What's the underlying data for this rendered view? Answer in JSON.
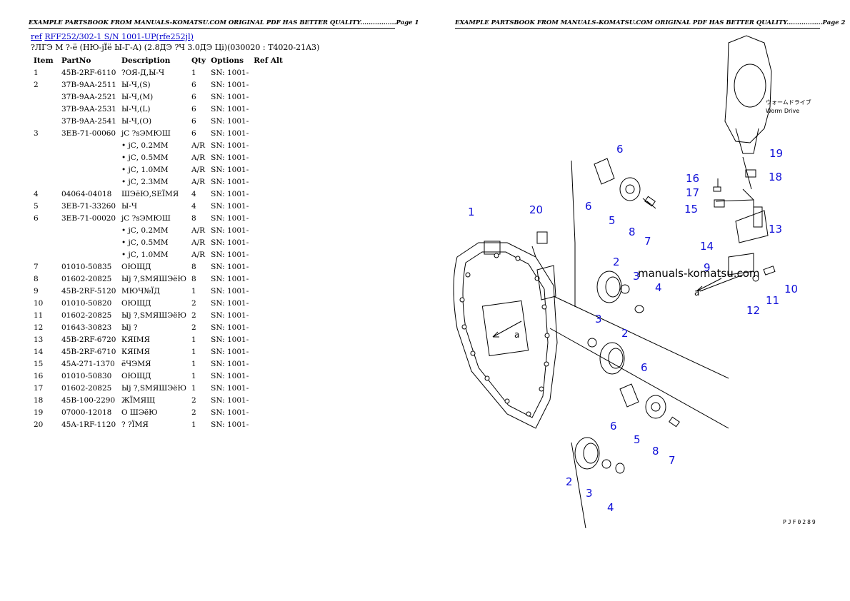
{
  "header": {
    "page1": "EXAMPLE PARTSBOOK FROM MANUALS-KOMATSU.COM ORIGINAL PDF HAS BETTER QUALITY.................Page 1",
    "page2": "EXAMPLE PARTSBOOK FROM MANUALS-KOMATSU.COM ORIGINAL PDF HAS BETTER QUALITY.................Page 2"
  },
  "ref": {
    "prefix": "ref",
    "link": "RFF252/302-1 S/N 1001-UP(rfe252jl)"
  },
  "subtitle": "?ЛГЭ М ?-ё (НЮ-јЇё Ы-Г-А) (2.8ДЭ ?Ч 3.0ДЭ Цi)(030020 : T4020-21A3)",
  "columns": [
    "Item",
    "PartNo",
    "Description",
    "Qty",
    "Options",
    "Ref Alt"
  ],
  "rows": [
    {
      "item": "1",
      "part": "45B-2RF-6110",
      "desc": "?ОЯ-Д,Ы-Ч",
      "qty": "1",
      "opt": "SN: 1001-"
    },
    {
      "item": "2",
      "part": "37B-9AA-2511",
      "desc": "Ы-Ч,(S)",
      "qty": "6",
      "opt": "SN: 1001-"
    },
    {
      "item": "",
      "part": "37B-9AA-2521",
      "desc": "Ы-Ч,(M)",
      "qty": "6",
      "opt": "SN: 1001-"
    },
    {
      "item": "",
      "part": "37B-9AA-2531",
      "desc": "Ы-Ч,(L)",
      "qty": "6",
      "opt": "SN: 1001-"
    },
    {
      "item": "",
      "part": "37B-9AA-2541",
      "desc": "Ы-Ч,(O)",
      "qty": "6",
      "opt": "SN: 1001-"
    },
    {
      "item": "3",
      "part": "3EB-71-00060",
      "desc": "јС ?sЭМЮШ",
      "qty": "6",
      "opt": "SN: 1001-"
    },
    {
      "item": "",
      "part": "",
      "desc": "• јС, 0.2MM",
      "qty": "A/R",
      "opt": "SN: 1001-"
    },
    {
      "item": "",
      "part": "",
      "desc": "• јС, 0.5MM",
      "qty": "A/R",
      "opt": "SN: 1001-"
    },
    {
      "item": "",
      "part": "",
      "desc": "• јС, 1.0MM",
      "qty": "A/R",
      "opt": "SN: 1001-"
    },
    {
      "item": "",
      "part": "",
      "desc": "• јС, 2.3MM",
      "qty": "A/R",
      "opt": "SN: 1001-"
    },
    {
      "item": "4",
      "part": "04064-04018",
      "desc": "ШЭёЮ,SЕЇМЯ",
      "qty": "4",
      "opt": "SN: 1001-"
    },
    {
      "item": "5",
      "part": "3EB-71-33260",
      "desc": "Ы-Ч",
      "qty": "4",
      "opt": "SN: 1001-"
    },
    {
      "item": "6",
      "part": "3EB-71-00020",
      "desc": "јС ?sЭМЮШ",
      "qty": "8",
      "opt": "SN: 1001-"
    },
    {
      "item": "",
      "part": "",
      "desc": "• јС, 0.2MM",
      "qty": "A/R",
      "opt": "SN: 1001-"
    },
    {
      "item": "",
      "part": "",
      "desc": "• јС, 0.5MM",
      "qty": "A/R",
      "opt": "SN: 1001-"
    },
    {
      "item": "",
      "part": "",
      "desc": "• јС, 1.0MM",
      "qty": "A/R",
      "opt": "SN: 1001-"
    },
    {
      "item": "7",
      "part": "01010-50835",
      "desc": "ОЮЩД",
      "qty": "8",
      "opt": "SN: 1001-"
    },
    {
      "item": "8",
      "part": "01602-20825",
      "desc": "Ыј ?,SМЯШЭёЮ",
      "qty": "8",
      "opt": "SN: 1001-"
    },
    {
      "item": "9",
      "part": "45B-2RF-5120",
      "desc": "МЮЧ№ЇД",
      "qty": "1",
      "opt": "SN: 1001-"
    },
    {
      "item": "10",
      "part": "01010-50820",
      "desc": "ОЮЩД",
      "qty": "2",
      "opt": "SN: 1001-"
    },
    {
      "item": "11",
      "part": "01602-20825",
      "desc": "Ыј ?,SМЯШЭёЮ",
      "qty": "2",
      "opt": "SN: 1001-"
    },
    {
      "item": "12",
      "part": "01643-30823",
      "desc": "Ыј ?",
      "qty": "2",
      "opt": "SN: 1001-"
    },
    {
      "item": "13",
      "part": "45B-2RF-6720",
      "desc": "КЯIМЯ",
      "qty": "1",
      "opt": "SN: 1001-"
    },
    {
      "item": "14",
      "part": "45B-2RF-6710",
      "desc": "КЯIМЯ",
      "qty": "1",
      "opt": "SN: 1001-"
    },
    {
      "item": "15",
      "part": "45A-271-1370",
      "desc": "ёЧЭМЯ",
      "qty": "1",
      "opt": "SN: 1001-"
    },
    {
      "item": "16",
      "part": "01010-50830",
      "desc": "ОЮЩД",
      "qty": "1",
      "opt": "SN: 1001-"
    },
    {
      "item": "17",
      "part": "01602-20825",
      "desc": "Ыј ?,SМЯШЭёЮ",
      "qty": "1",
      "opt": "SN: 1001-"
    },
    {
      "item": "18",
      "part": "45B-100-2290",
      "desc": "ЖЇМЯЩ",
      "qty": "2",
      "opt": "SN: 1001-"
    },
    {
      "item": "19",
      "part": "07000-12018",
      "desc": "О ШЭёЮ",
      "qty": "2",
      "opt": "SN: 1001-"
    },
    {
      "item": "20",
      "part": "45A-1RF-1120",
      "desc": "? ?ЇМЯ",
      "qty": "1",
      "opt": "SN: 1001-"
    }
  ],
  "diagram": {
    "callouts": [
      "1",
      "2",
      "3",
      "4",
      "5",
      "6",
      "7",
      "8",
      "9",
      "10",
      "11",
      "12",
      "13",
      "14",
      "15",
      "16",
      "17",
      "18",
      "19",
      "20",
      "a"
    ],
    "worm_jp": "ウォームドライブ",
    "worm_en": "Worm Drive",
    "watermark": "manuals-komatsu.com",
    "code": "PJF0289",
    "accent_color": "#1010d8"
  }
}
